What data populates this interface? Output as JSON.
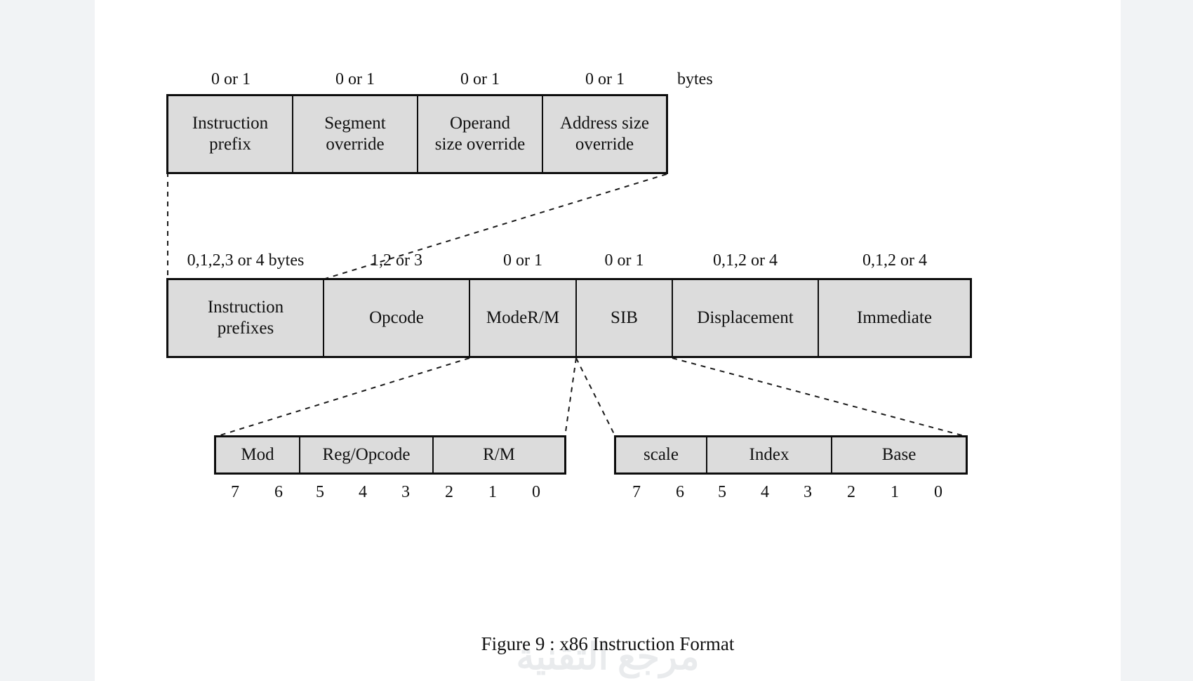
{
  "figure": {
    "caption": "Figure 9 :  x86 Instruction Format",
    "watermark": "مرجع التقنية",
    "bytes_unit_label": "bytes",
    "colors": {
      "box_fill": "#dcdcdc",
      "box_border": "#0d0d0d",
      "page_bg": "#ffffff",
      "canvas_bg": "#f1f3f5",
      "text": "#111111",
      "connector": "#1a1a1a"
    }
  },
  "prefix_row": {
    "name": "instruction-prefix-detail-row",
    "cells": [
      {
        "size": "0 or 1",
        "label": "Instruction\nprefix"
      },
      {
        "size": "0 or 1",
        "label": "Segment\noverride"
      },
      {
        "size": "0 or 1",
        "label": "Operand\nsize override"
      },
      {
        "size": "0 or 1",
        "label": "Address size\noverride"
      }
    ]
  },
  "instruction_row": {
    "name": "x86-instruction-format-row",
    "cells": [
      {
        "size": "0,1,2,3 or 4 bytes",
        "label": "Instruction\nprefixes"
      },
      {
        "size": "1,2 or 3",
        "label": "Opcode"
      },
      {
        "size": "0 or 1",
        "label": "ModeR/M"
      },
      {
        "size": "0 or 1",
        "label": "SIB"
      },
      {
        "size": "0,1,2 or 4",
        "label": "Displacement"
      },
      {
        "size": "0,1,2 or 4",
        "label": "Immediate"
      }
    ]
  },
  "modrm_row": {
    "name": "modrm-byte-row",
    "cells": [
      {
        "label": "Mod"
      },
      {
        "label": "Reg/Opcode"
      },
      {
        "label": "R/M"
      }
    ],
    "bits": [
      "7",
      "6",
      "5",
      "4",
      "3",
      "2",
      "1",
      "0"
    ]
  },
  "sib_row": {
    "name": "sib-byte-row",
    "cells": [
      {
        "label": "scale"
      },
      {
        "label": "Index"
      },
      {
        "label": "Base"
      }
    ],
    "bits": [
      "7",
      "6",
      "5",
      "4",
      "3",
      "2",
      "1",
      "0"
    ]
  }
}
